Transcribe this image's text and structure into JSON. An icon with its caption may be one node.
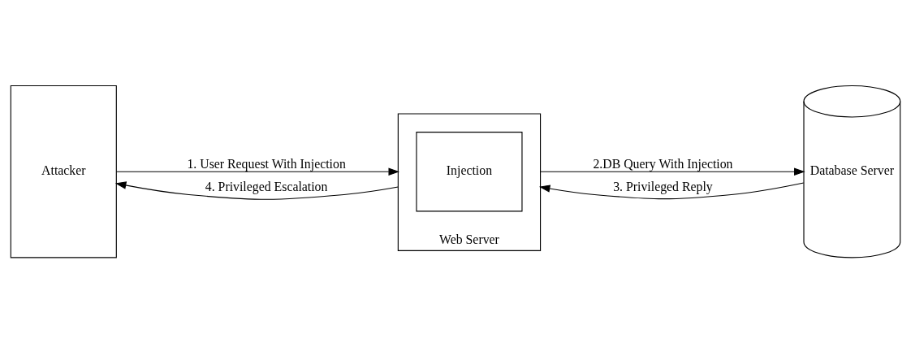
{
  "diagram": {
    "nodes": [
      {
        "text": [
          "Attacker"
        ]
      },
      {
        "text": [
          "Web Server"
        ]
      },
      {
        "text": [
          "Injection"
        ],
        "in": 1
      },
      {
        "text": [
          "Database Server"
        ]
      }
    ],
    "edges": [
      {
        "from": 0,
        "to": 1,
        "arrow": "to",
        "label": "1. User Request With Injection"
      },
      {
        "from": 1,
        "to": 3,
        "arrow": "to",
        "label": "2.DB Query With Injection"
      },
      {
        "from": 3,
        "to": 1,
        "arrow": "to",
        "label": "3. Privileged Reply"
      },
      {
        "from": 1,
        "to": 0,
        "arrow": "to",
        "label": "4. Privileged Escalation"
      }
    ]
  }
}
